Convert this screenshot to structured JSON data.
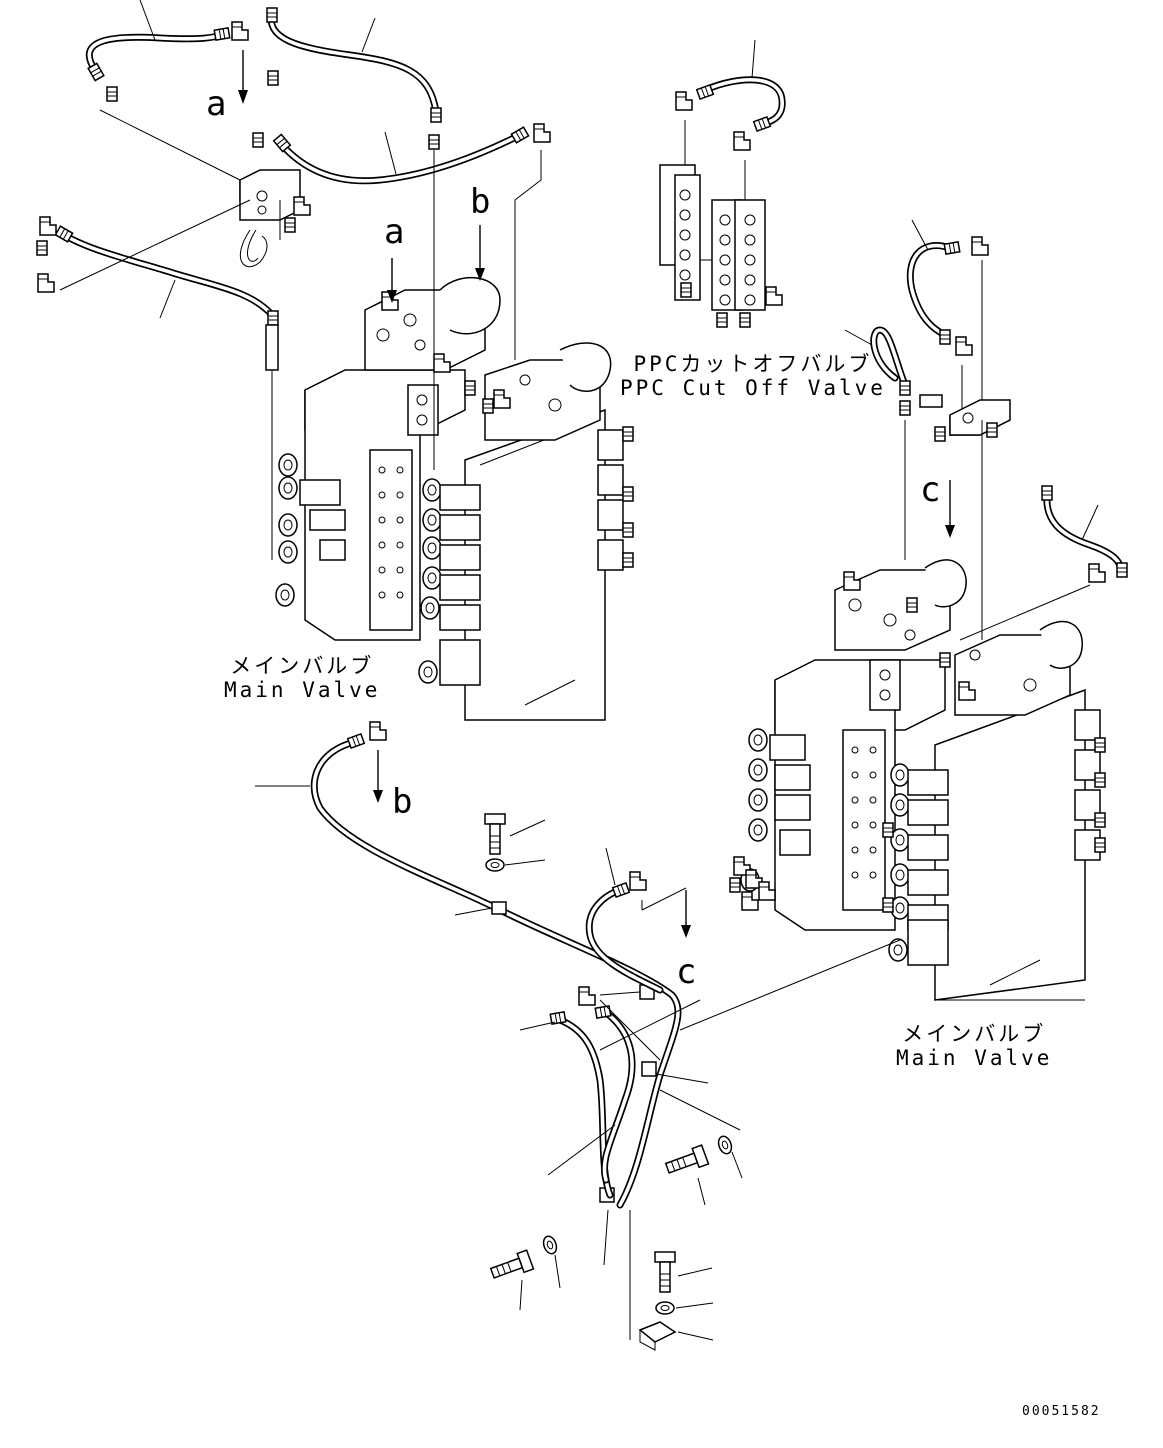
{
  "references": {
    "a": "a",
    "b": "b",
    "c": "c"
  },
  "labels": {
    "ppc_jp": "PPCカットオフバルブ",
    "ppc_en": "PPC Cut Off Valve",
    "main_left_jp": "メインバルブ",
    "main_left_en": "Main Valve",
    "main_right_jp": "メインバルブ",
    "main_right_en": "Main Valve"
  },
  "drawing_code": "00051582"
}
